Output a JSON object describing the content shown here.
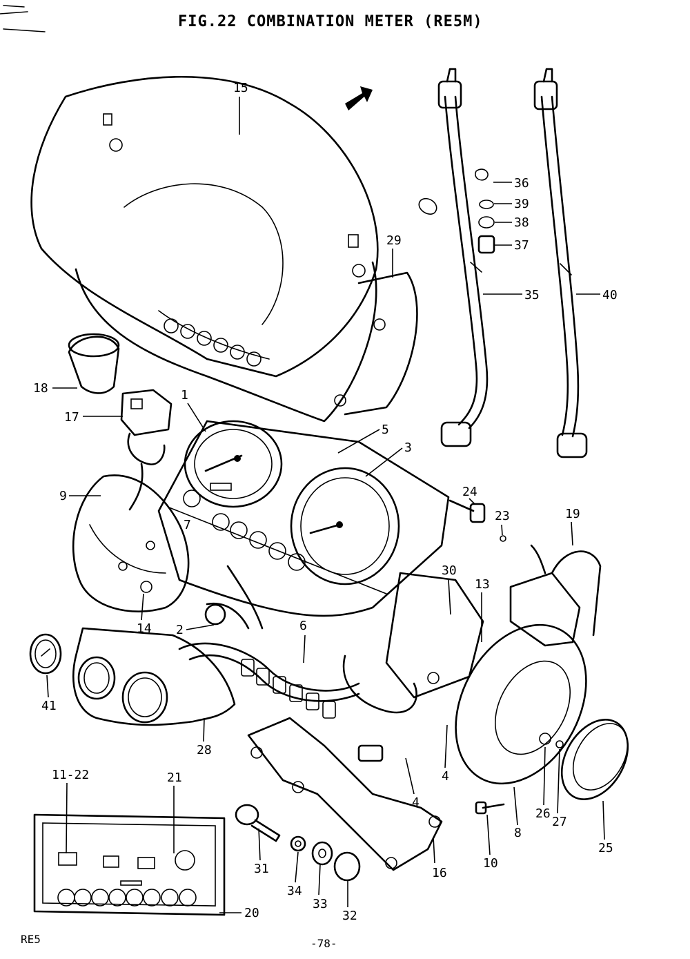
{
  "title": "FIG.22  COMBINATION METER (RE5M)",
  "footer": {
    "left": "RE5",
    "center": "-78-"
  },
  "callouts": {
    "c1": "1",
    "c2": "2",
    "c3": "3",
    "c4": "4",
    "c4b": "4",
    "c5": "5",
    "c6": "6",
    "c7": "7",
    "c8": "8",
    "c9": "9",
    "c10": "10",
    "c13": "13",
    "c14": "14",
    "c15": "15",
    "c16": "16",
    "c17": "17",
    "c18": "18",
    "c19": "19",
    "c20": "20",
    "c21": "21",
    "c1122": "11-22",
    "c23": "23",
    "c24": "24",
    "c25": "25",
    "c26": "26",
    "c27": "27",
    "c28": "28",
    "c29": "29",
    "c30": "30",
    "c31": "31",
    "c32": "32",
    "c33": "33",
    "c34": "34",
    "c35": "35",
    "c36": "36",
    "c37": "37",
    "c38": "38",
    "c39": "39",
    "c40": "40",
    "c41": "41"
  }
}
